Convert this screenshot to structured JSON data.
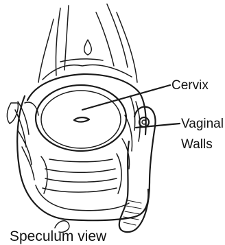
{
  "labels": {
    "cervix": "Cervix",
    "vaginal_walls_line1": "Vaginal",
    "vaginal_walls_line2": "Walls"
  },
  "caption": "Speculum view"
}
